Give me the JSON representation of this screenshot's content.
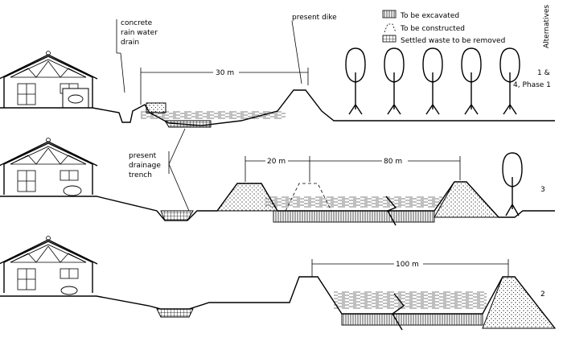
{
  "labels": {
    "concrete": [
      "concrete",
      "rain water",
      "drain"
    ],
    "present_dike": "present dike",
    "trench": [
      "present",
      "drainage",
      "trench"
    ],
    "dim_30": "30 m",
    "dim_20": "20 m",
    "dim_80": "80 m",
    "dim_100": "100 m",
    "alternatives": "Alternatives",
    "alt_1": "1 &",
    "alt_1b": "4, Phase 1",
    "alt_3": "3",
    "alt_2": "2"
  },
  "legend": {
    "excavated": "To be excavated",
    "constructed": "To be constructed",
    "waste": "Settled waste to be removed"
  }
}
